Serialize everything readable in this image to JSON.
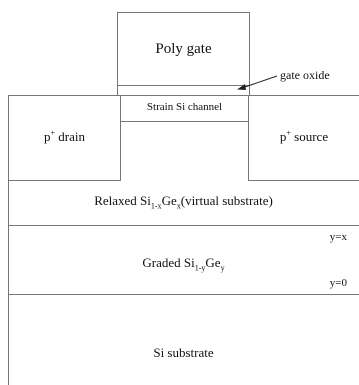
{
  "diagram": {
    "poly_gate": "Poly gate",
    "gate_oxide": "gate oxide",
    "channel": "Strain Si channel",
    "drain": {
      "prefix": "p",
      "sup": "+",
      "suffix": " drain"
    },
    "source": {
      "prefix": "p",
      "sup": "+",
      "suffix": " source"
    },
    "relaxed": {
      "a": "Relaxed Si",
      "sub1": "1-x",
      "b": "Ge",
      "sub2": "x",
      "c": "(virtual  substrate)"
    },
    "graded": {
      "a": "Graded Si",
      "sub1": "1-y",
      "b": "Ge",
      "sub2": "y"
    },
    "y_top": "y=x",
    "y_bottom": "y=0",
    "substrate": "Si substrate"
  }
}
